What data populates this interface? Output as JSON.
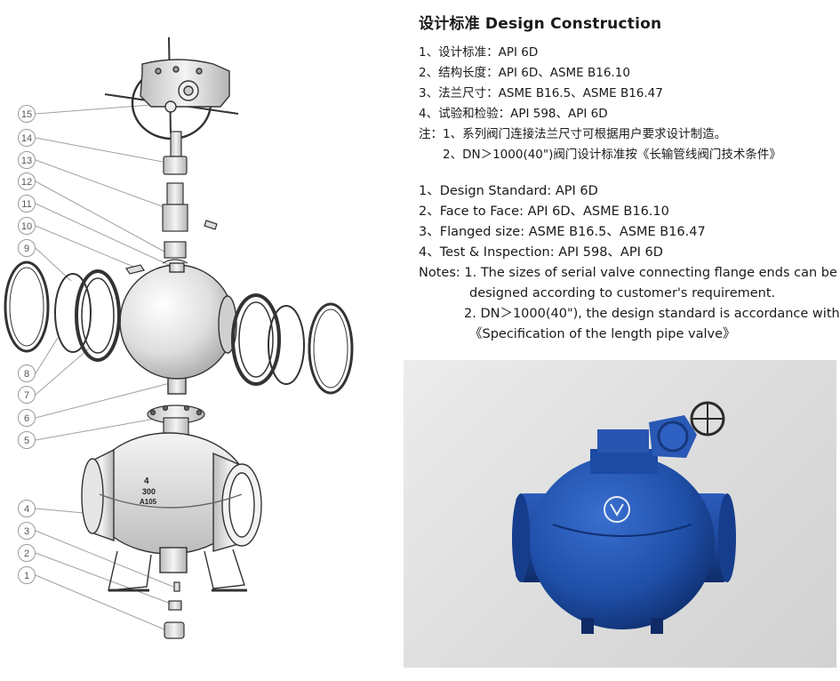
{
  "heading": "设计标准 Design Construction",
  "cn_items": [
    "1、设计标准：API 6D",
    "2、结构长度：API 6D、ASME B16.10",
    "3、法兰尺寸：ASME B16.5、ASME B16.47",
    "4、试验和检验：API 598、API 6D"
  ],
  "cn_note_1": "注：1、系列阀门连接法兰尺寸可根据用户要求设计制造。",
  "cn_note_2": "2、DN＞1000(40\")阀门设计标准按《长输管线阀门技术条件》",
  "en_items": [
    "1、Design Standard: API 6D",
    "2、Face to Face: API 6D、ASME B16.10",
    "3、Flanged size: ASME B16.5、ASME B16.47",
    "4、Test & Inspection: API 598、API 6D"
  ],
  "en_note_1a": "Notes: 1. The sizes of serial valve connecting flange ends can be",
  "en_note_1b": "designed according to customer's requirement.",
  "en_note_2a": "2. DN＞1000(40\"), the design standard is accordance with",
  "en_note_2b": "《Specification of the length pipe valve》",
  "callouts": [
    "15",
    "14",
    "13",
    "12",
    "11",
    "10",
    "9",
    "8",
    "7",
    "6",
    "5",
    "4",
    "3",
    "2",
    "1"
  ],
  "body_casting": {
    "size": "4",
    "rating": "300",
    "material": "A105"
  },
  "colors": {
    "valve_blue": "#1f4fa8",
    "line_gray": "#9a9a9a",
    "part_gray": "#e2e2e2"
  }
}
